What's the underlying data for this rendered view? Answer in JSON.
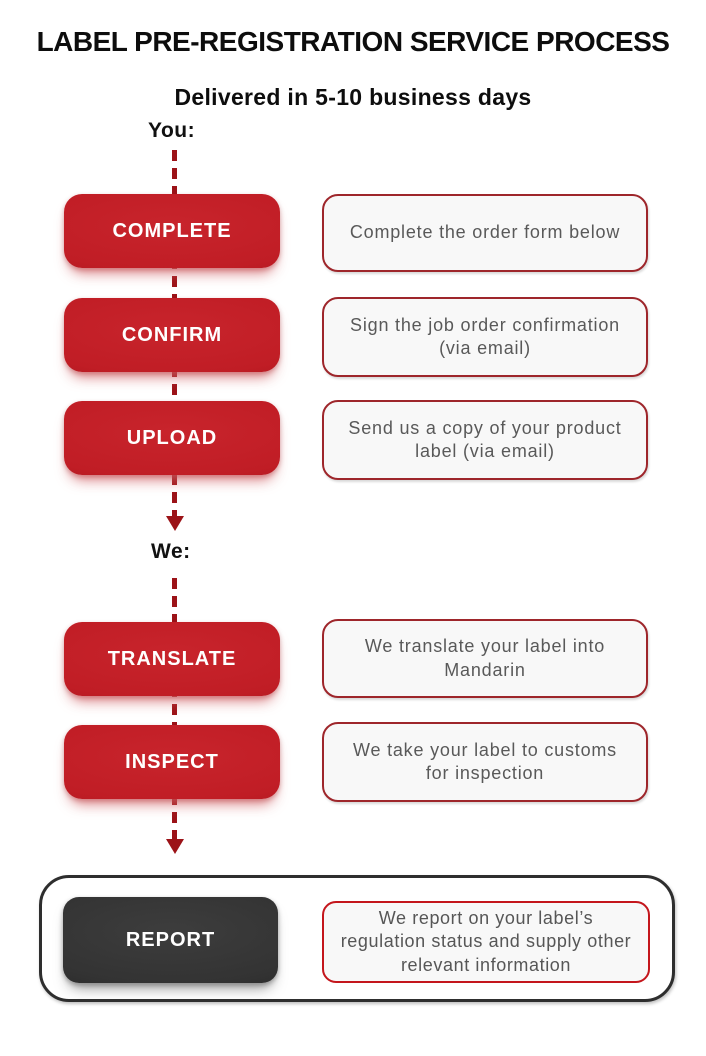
{
  "header": {
    "title": "LABEL PRE-REGISTRATION SERVICE PROCESS",
    "subtitle": "Delivered in 5-10 business days"
  },
  "flow": {
    "you_label": "You:",
    "we_label": "We:",
    "you_steps": [
      {
        "label": "COMPLETE",
        "description": "Complete the order form below"
      },
      {
        "label": "CONFIRM",
        "description": "Sign the job order confirmation (via email)"
      },
      {
        "label": "UPLOAD",
        "description": "Send us a copy of your product label (via email)"
      }
    ],
    "we_steps": [
      {
        "label": "TRANSLATE",
        "description": "We translate your label into Mandarin"
      },
      {
        "label": "INSPECT",
        "description": "We take your label to customs for inspection"
      }
    ],
    "result_step": {
      "label": "REPORT",
      "description": "We report on your label’s regulation status and supply other relevant information"
    }
  },
  "colors": {
    "button_red": "#c01d25",
    "connector_red": "#9c1318",
    "info_box_border": "#9e262b",
    "report_box_border": "#c4161c",
    "report_button_gray": "#333333",
    "container_border": "#2e2e2e",
    "description_text": "#595959"
  }
}
